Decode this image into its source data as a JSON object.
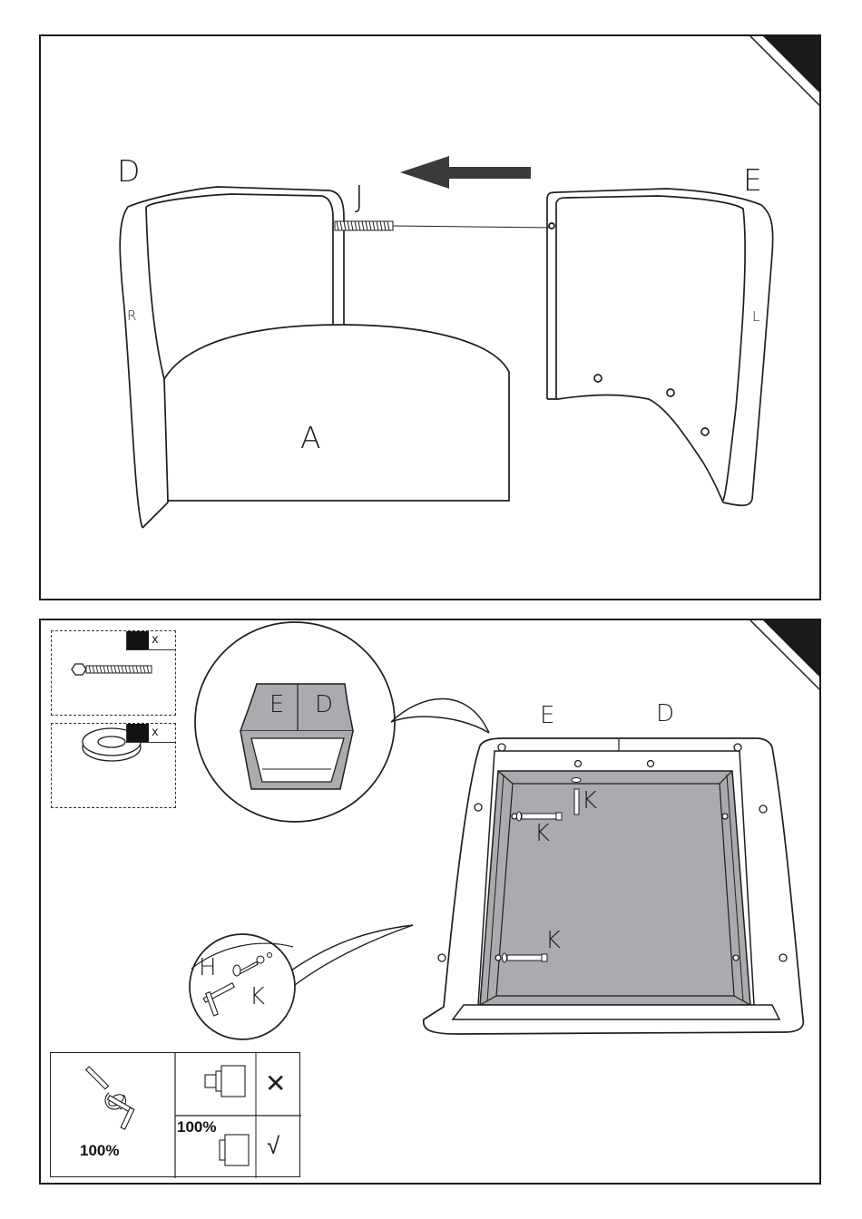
{
  "step1": {
    "labels": {
      "part_d": "D",
      "part_e": "E",
      "part_j": "J",
      "part_a": "A",
      "side_r": "R",
      "side_l": "L"
    }
  },
  "step2": {
    "parts": [
      {
        "icon": "bolt-icon",
        "qty_label": "x"
      },
      {
        "icon": "washer-icon",
        "qty_label": "x"
      }
    ],
    "detail_top": {
      "label_e": "E",
      "label_d": "D"
    },
    "frame": {
      "label_e": "E",
      "label_d": "D",
      "bolt_labels": [
        "K",
        "K",
        "K"
      ]
    },
    "detail_tool": {
      "label_h": "H",
      "label_k": "K"
    },
    "tightening": {
      "left_percent": "100%",
      "tight_percent": "100%",
      "wrong_mark": "✕",
      "right_mark": "√"
    }
  },
  "colors": {
    "line": "#1e1e1e",
    "fill_gray": "#a9abae",
    "corner_black": "#1a1a1a"
  }
}
